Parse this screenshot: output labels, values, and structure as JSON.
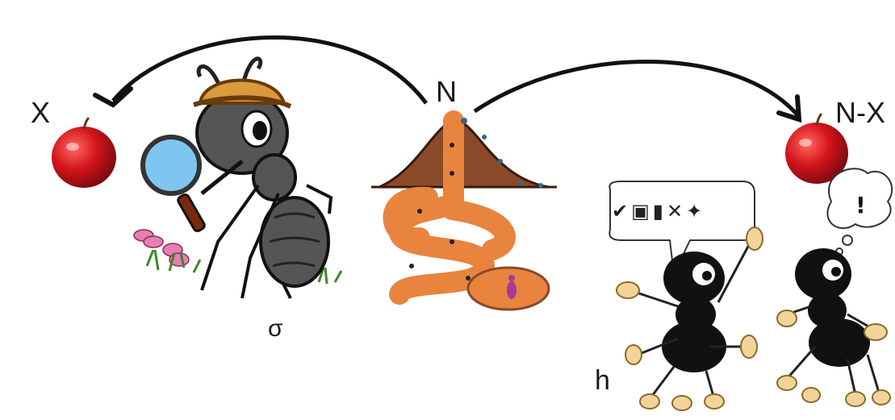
{
  "labels": {
    "x": "X",
    "n": "N",
    "n_minus_x": "N-X",
    "sigma": "σ",
    "h": "h"
  },
  "bubbles": {
    "speech_symbols": "✔▣▮✕✦",
    "thought_mark": "!"
  },
  "colors": {
    "arrow": "#111111",
    "apple": "#c8141c",
    "soil": "#8a4a2a",
    "tunnel": "#e8843e",
    "ant_dark": "#2a2a2a",
    "hat": "#d89a3a"
  },
  "icons": [
    "apple-icon",
    "magnifier-icon",
    "ant-scout-icon",
    "anthill-icon",
    "queen-ant-icon",
    "flower-icon",
    "ant-talking-icon",
    "ant-thinking-icon"
  ]
}
